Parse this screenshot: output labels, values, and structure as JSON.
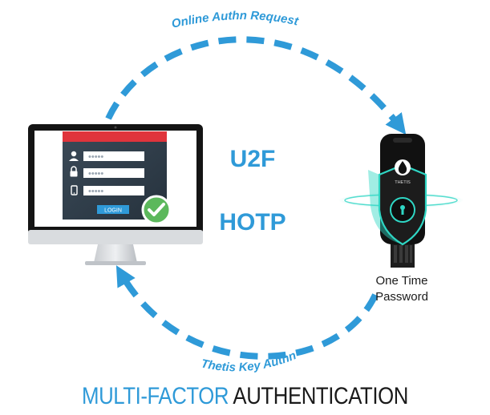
{
  "flows": {
    "top_label": "Online Authn Request",
    "bottom_label": "Thetis Key Authn"
  },
  "protocols": [
    "U2F",
    "HOTP"
  ],
  "login_window": {
    "password_mask": "•••••",
    "login_button": "LOGIN"
  },
  "security_key": {
    "brand": "THETIS",
    "caption_line1": "One Time",
    "caption_line2": "Password"
  },
  "footer": {
    "part1": "MULTI-FACTOR",
    "part2": "AUTHENTICATION"
  },
  "colors": {
    "accent_blue": "#2f9ad8",
    "check_green": "#5cb85c",
    "login_red": "#e0343c",
    "glow_teal": "#2fd6c4"
  }
}
